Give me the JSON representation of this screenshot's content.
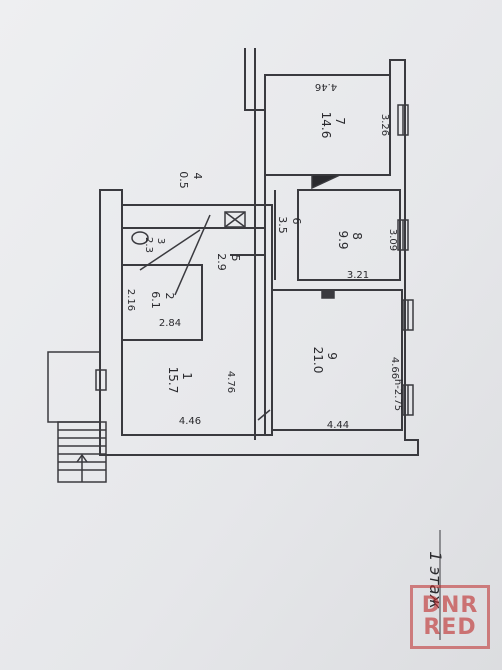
{
  "floor_label": "1 этаж",
  "watermark": {
    "line1": "DNR",
    "line2": "RED"
  },
  "rooms": [
    {
      "id": "1",
      "area": "15.7",
      "dims": [
        "4.46",
        "4.76"
      ]
    },
    {
      "id": "2",
      "area": "6.1",
      "dims": [
        "2.84",
        "2.16"
      ]
    },
    {
      "id": "3",
      "area": "2.3",
      "dims": []
    },
    {
      "id": "4",
      "area": "0.5",
      "dims": []
    },
    {
      "id": "5",
      "area": "2.9",
      "dims": []
    },
    {
      "id": "6",
      "area": "3.5",
      "dims": []
    },
    {
      "id": "7",
      "area": "14.6",
      "dims": [
        "4.46",
        "3.26"
      ]
    },
    {
      "id": "8",
      "area": "9.9",
      "dims": [
        "3.21",
        "3.09"
      ]
    },
    {
      "id": "9",
      "area": "21.0",
      "dims": [
        "4.44",
        "4.66"
      ],
      "height": "h-2.75"
    }
  ]
}
